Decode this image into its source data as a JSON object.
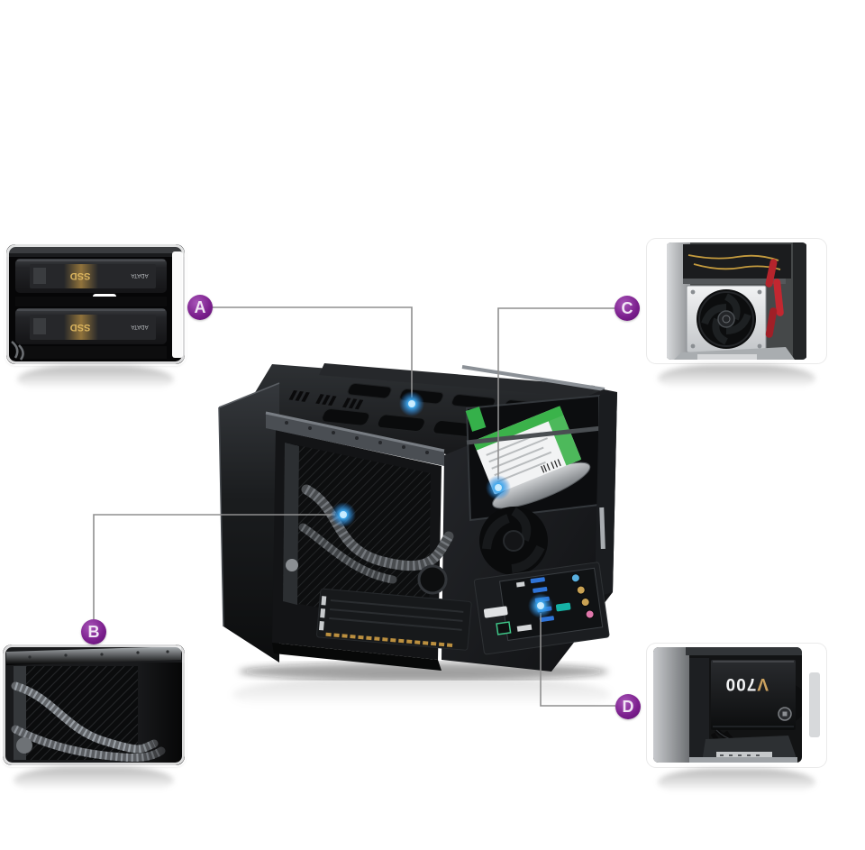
{
  "callouts": {
    "a": {
      "label": "A"
    },
    "b": {
      "label": "B"
    },
    "c": {
      "label": "C"
    },
    "d": {
      "label": "D"
    }
  },
  "labels": {
    "psu_model_prefix": "V",
    "psu_model_digits": "700",
    "ssd_text": "SSD",
    "ssd_brand": "ADATA"
  },
  "colors": {
    "background": "#ffffff",
    "badge_purple": "#7b1f8d",
    "callout_line_gray": "#8f8f8f",
    "hotspot_blue": "#3fa9ee",
    "hdd_label_green": "#3bb24a",
    "psu_text_gold": "#cba15f",
    "psu_cable_red": "#b5242c"
  }
}
